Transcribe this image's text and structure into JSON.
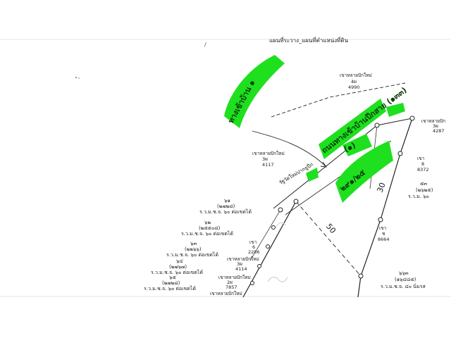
{
  "header_text": "แผนที่ระวาง_แผนที่ตำแหน่งที่ดิน",
  "highlight_labels": {
    "top_left": "ทางเข้าบ้าน ๑",
    "road_name": "ถนนทางเข้าบ้านปีกสาย (๑๓๓)",
    "plot_one": "(๑)",
    "plot_main": "๒๙๑/๒๕"
  },
  "markers": {
    "top": {
      "label": "เขาหลายปักใหม่",
      "code": "4ผ",
      "number": "4990"
    },
    "right_top": {
      "label": "เขาหลายปัก",
      "code": "3ผ",
      "number": "4287"
    },
    "left_mid": {
      "label": "เขาหลายปักใหม่",
      "code": "3ผ",
      "number": "4117"
    },
    "right_mid": {
      "label": "เขา",
      "code": "8",
      "number": "8372"
    },
    "right_lower": {
      "label": "เขา",
      "code": "ช",
      "number": "8664"
    },
    "left_a": {
      "label": "เขา",
      "code": "6",
      "number": "2206"
    },
    "left_b": {
      "label": "เขาหลายปักใหม่",
      "code": "3ผ",
      "number": "4114"
    },
    "left_c": {
      "label": "เขาหลายปักใหม่",
      "code": "2ผ",
      "number": "7857"
    },
    "left_d": {
      "label": "เขาหลายปักใหม่"
    }
  },
  "road_label": "รัฐวัดใหม่ปากยูปีก",
  "dimensions": {
    "d50": "50",
    "d30": "30"
  },
  "parcels_left": [
    {
      "no": "๖๑",
      "sub": "(๒๗๒๘)",
      "desc": "ร.ว.ม.ช.จ. ๖๐ ต่อเขตได้"
    },
    {
      "no": "๖๒",
      "sub": "(๒๕๕๐๘)",
      "desc": "ร.ว.ม.ช.จ. ๖๐ ต่อเขตได้"
    },
    {
      "no": "๖๓",
      "sub": "(๒๒๖๖)",
      "desc": "ร.ว.ม.ช.จ. ๖๐ ต่อเขตได้"
    },
    {
      "no": "๖๔",
      "sub": "(๒๗๖๗)",
      "desc": "ร.ว.ม.ช.จ. ๖๐ ต่อเขตได้"
    },
    {
      "no": "๖๕",
      "sub": "(๒๗๒๘)",
      "desc": "ร.ว.ม.ช.จ. ๖๐ ต่อเขตได้"
    }
  ],
  "parcels_right": [
    {
      "no": "๕๓",
      "sub": "(๒๖๒๕)",
      "desc": "ร.ว.ม. ๖๐"
    },
    {
      "no": "๖๖๓",
      "sub": "(๑๖๔๘๕)",
      "desc": "ร.ว.ม.ช.จ. ๔๐ นิ่มรส"
    }
  ]
}
